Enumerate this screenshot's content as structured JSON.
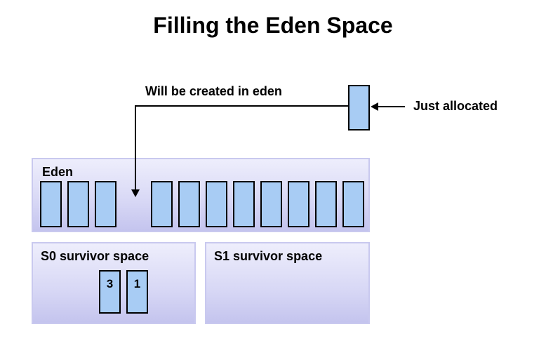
{
  "title": "Filling the Eden Space",
  "eden": {
    "label": "Eden",
    "object_count": 11
  },
  "s0": {
    "label": "S0 survivor space",
    "objects": [
      {
        "age": "3"
      },
      {
        "age": "1"
      }
    ]
  },
  "s1": {
    "label": "S1 survivor space"
  },
  "callouts": {
    "created": "Will be created in eden",
    "allocated": "Just allocated"
  },
  "colors": {
    "object_fill": "#a8ccf4",
    "region_border": "#c9c9ef",
    "region_top": "#eeeefc",
    "region_bottom": "#c4c4ee"
  }
}
